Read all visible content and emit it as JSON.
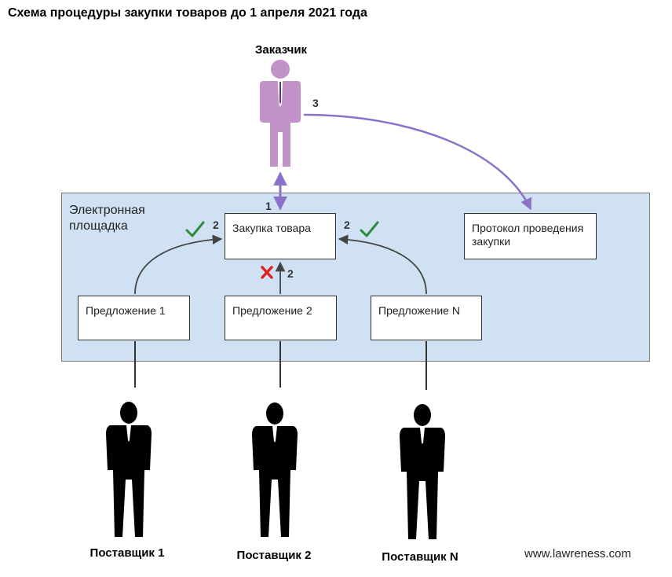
{
  "title": "Схема процедуры закупки товаров до 1 апреля 2021 года",
  "customer": {
    "label": "Заказчик"
  },
  "platform": {
    "label": "Электронная\nплощадка"
  },
  "boxes": {
    "purchase": "Закупка товара",
    "protocol": "Протокол проведения закупки",
    "offer1": "Предложение 1",
    "offer2": "Предложение 2",
    "offerN": "Предложение N"
  },
  "step_labels": {
    "s1": "1",
    "s2a": "2",
    "s2b": "2",
    "s2c": "2",
    "s3": "3"
  },
  "suppliers": [
    "Поставщик 1",
    "Поставщик 2",
    "Поставщик N"
  ],
  "watermark": "www.lawreness.com",
  "colors": {
    "customer": "#c292c8",
    "arrow_purple": "#8a72c8",
    "platform": "#cfe1f3",
    "check": "#2e8b3e",
    "cross": "#e02020",
    "supplier": "#000000"
  },
  "marks": {
    "offer1": "check",
    "offer2": "cross",
    "offerN": "check"
  }
}
